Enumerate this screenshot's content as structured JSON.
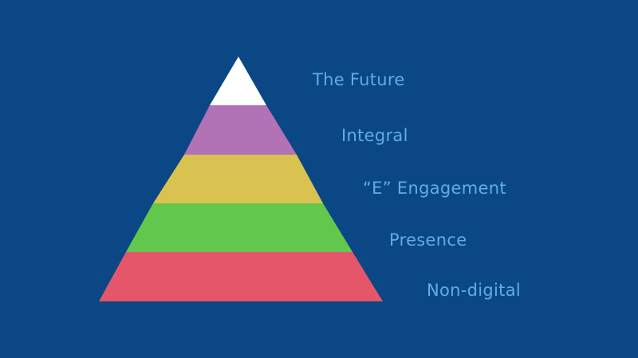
{
  "diagram": {
    "type": "pyramid",
    "levels": [
      {
        "label": "The Future",
        "color": "#ffffff"
      },
      {
        "label": "Integral",
        "color": "#b173b5"
      },
      {
        "label": "“E” Engagement",
        "color": "#d9c24f"
      },
      {
        "label": "Presence",
        "color": "#62c84d"
      },
      {
        "label": "Non-digital",
        "color": "#e5566a"
      }
    ]
  }
}
